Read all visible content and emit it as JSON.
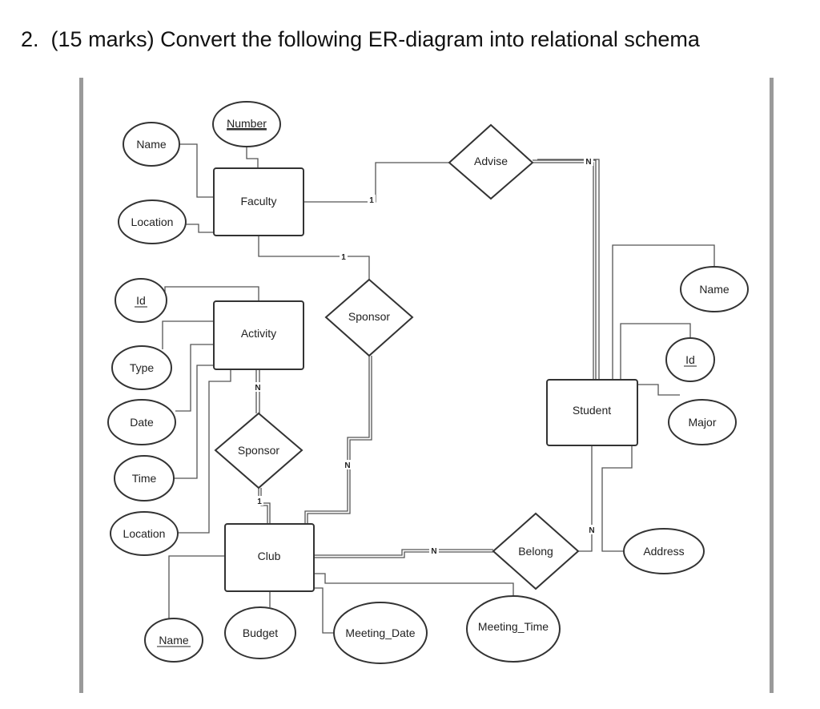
{
  "question": {
    "number": "2.",
    "text": "(15 marks) Convert the following ER-diagram into relational schema"
  },
  "diagram": {
    "entities": {
      "faculty": "Faculty",
      "activity": "Activity",
      "club": "Club",
      "student": "Student"
    },
    "relationships": {
      "advise": "Advise",
      "sponsor_faculty_club": "Sponsor",
      "sponsor_activity_club": "Sponsor",
      "belong": "Belong"
    },
    "attributes": {
      "faculty_number": "Number",
      "faculty_name": "Name",
      "faculty_location": "Location",
      "activity_id": "Id",
      "activity_type": "Type",
      "activity_date": "Date",
      "activity_time": "Time",
      "activity_location": "Location",
      "club_name": "Name",
      "club_budget": "Budget",
      "club_meeting_date": "Meeting_Date",
      "club_meeting_time": "Meeting_Time",
      "student_name": "Name",
      "student_id": "Id",
      "student_major": "Major",
      "student_address": "Address"
    },
    "cardinalities": {
      "faculty_advise": "1",
      "advise_student": "N",
      "faculty_sponsor": "1",
      "sponsor_club": "N",
      "activity_sponsor": "N",
      "sponsor_club_activity": "1",
      "club_belong": "N",
      "belong_student": "N"
    }
  }
}
